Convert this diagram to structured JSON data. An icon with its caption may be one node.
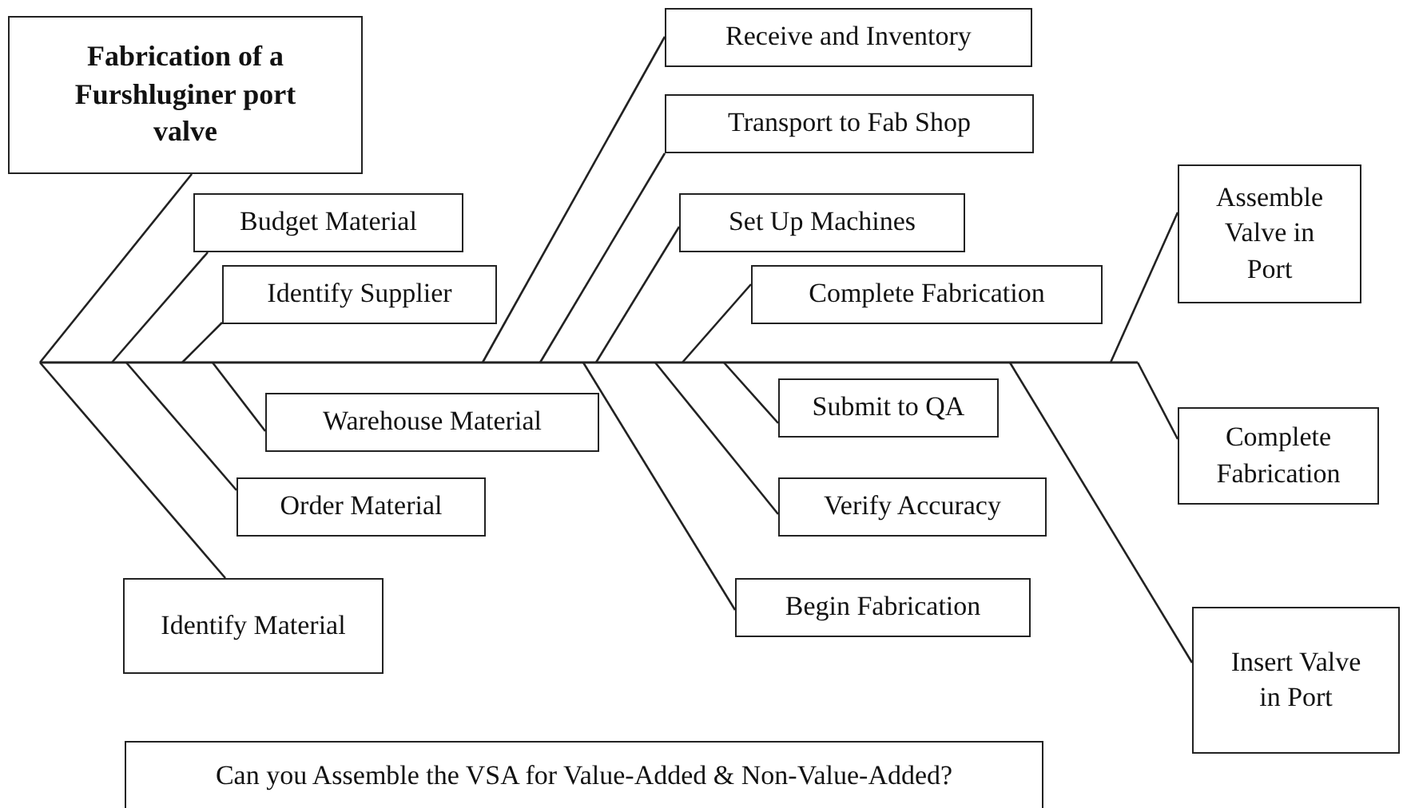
{
  "diagram": {
    "nodes": [
      {
        "text": [
          "Fabrication of a Furshluginer port valve"
        ]
      },
      {
        "text": [
          "Budget Material"
        ]
      },
      {
        "text": [
          "Identify Supplier"
        ]
      },
      {
        "text": [
          "Warehouse Material"
        ]
      },
      {
        "text": [
          "Order Material"
        ]
      },
      {
        "text": [
          "Identify Material"
        ]
      },
      {
        "text": [
          "Receive and Inventory"
        ]
      },
      {
        "text": [
          "Transport to Fab Shop"
        ]
      },
      {
        "text": [
          "Set Up Machines"
        ]
      },
      {
        "text": [
          "Complete Fabrication"
        ]
      },
      {
        "text": [
          "Submit to QA"
        ]
      },
      {
        "text": [
          "Verify Accuracy"
        ]
      },
      {
        "text": [
          "Begin Fabrication"
        ]
      },
      {
        "text": [
          "Assemble Valve in Port"
        ]
      },
      {
        "text": [
          "Complete Fabrication"
        ]
      },
      {
        "text": [
          "Insert Valve in Port"
        ]
      },
      {
        "text": [
          "Can you Assemble the VSA for Value-Added & Non-Value-Added?"
        ]
      }
    ],
    "edges": [
      {
        "from": 0,
        "to": null,
        "arrow": "none"
      },
      {
        "from": 1,
        "to": null,
        "arrow": "none"
      },
      {
        "from": 2,
        "to": null,
        "arrow": "none"
      },
      {
        "from": 3,
        "to": null,
        "arrow": "none"
      },
      {
        "from": 4,
        "to": null,
        "arrow": "none"
      },
      {
        "from": 5,
        "to": null,
        "arrow": "none"
      },
      {
        "from": 6,
        "to": null,
        "arrow": "none"
      },
      {
        "from": 7,
        "to": null,
        "arrow": "none"
      },
      {
        "from": 8,
        "to": null,
        "arrow": "none"
      },
      {
        "from": 9,
        "to": null,
        "arrow": "none"
      },
      {
        "from": 10,
        "to": null,
        "arrow": "none"
      },
      {
        "from": 11,
        "to": null,
        "arrow": "none"
      },
      {
        "from": 12,
        "to": null,
        "arrow": "none"
      },
      {
        "from": 13,
        "to": null,
        "arrow": "none"
      },
      {
        "from": 14,
        "to": null,
        "arrow": "none"
      },
      {
        "from": 15,
        "to": null,
        "arrow": "none"
      }
    ]
  }
}
